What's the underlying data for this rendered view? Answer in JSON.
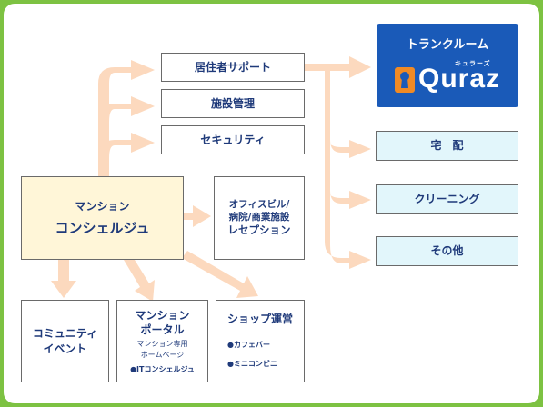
{
  "brand": {
    "title": "トランクルーム",
    "kana": "キュラーズ",
    "name": "Quraz"
  },
  "nodes": {
    "resident_support": "居住者サポート",
    "facility": "施設管理",
    "security": "セキュリティ",
    "concierge_line1": "マンション",
    "concierge_line2": "コンシェルジュ",
    "reception": [
      "オフィスビル/",
      "病院/商業施設",
      "レセプション"
    ],
    "delivery": "宅　配",
    "cleaning": "クリーニング",
    "other": "その他",
    "community": [
      "コミュニティ",
      "イベント"
    ],
    "portal": [
      "マンション",
      "ポータル"
    ],
    "portal_sub": [
      "マンション専用",
      "ホームページ"
    ],
    "portal_bullet": "●ITコンシェルジュ",
    "shop": "ショップ運営",
    "shop_items": [
      "●カフェバー",
      "●ミニコンビニ"
    ]
  },
  "colors": {
    "background": "#7dc242",
    "arrow": "#fcd9be",
    "box_text": "#1f3a7a",
    "brand_blue": "#1a5ab8",
    "cyan_box": "#e2f6fb",
    "cream_box": "#fff6d8",
    "keyhole": "#f08a24"
  }
}
